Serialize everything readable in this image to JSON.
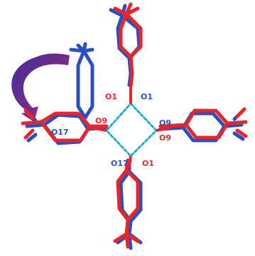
{
  "colors": {
    "red": "#e6262b",
    "blue": "#2a4fc4",
    "cyan": "#3fd0d8",
    "arrow_start": "#d8245f",
    "arrow_end": "#3c2e9c"
  },
  "labels": {
    "o1_top_left": "O1",
    "o1_top_right": "O1",
    "o9_left": "O9",
    "o9_right_top": "O9",
    "o9_right_bottom": "O9",
    "o17_left": "O17",
    "o17_bottom": "O17",
    "o1_bottom": "O1"
  }
}
